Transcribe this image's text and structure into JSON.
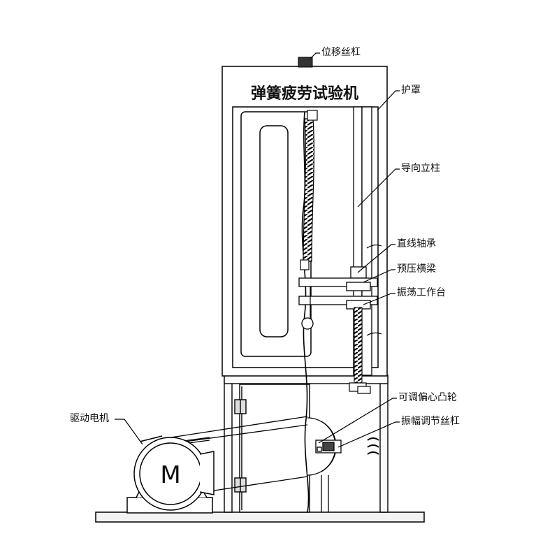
{
  "title": "弹簧疲劳试验机",
  "motor_letter": "M",
  "labels": {
    "displacement_screw": "位移丝杠",
    "guard": "护罩",
    "guide_column": "导向立柱",
    "linear_bearing": "直线轴承",
    "preload_beam": "预压横梁",
    "vibration_table": "振荡工作台",
    "adjustable_cam": "可调偏心凸轮",
    "amplitude_screw": "振幅调节丝杠",
    "drive_motor": "驱动电机"
  }
}
